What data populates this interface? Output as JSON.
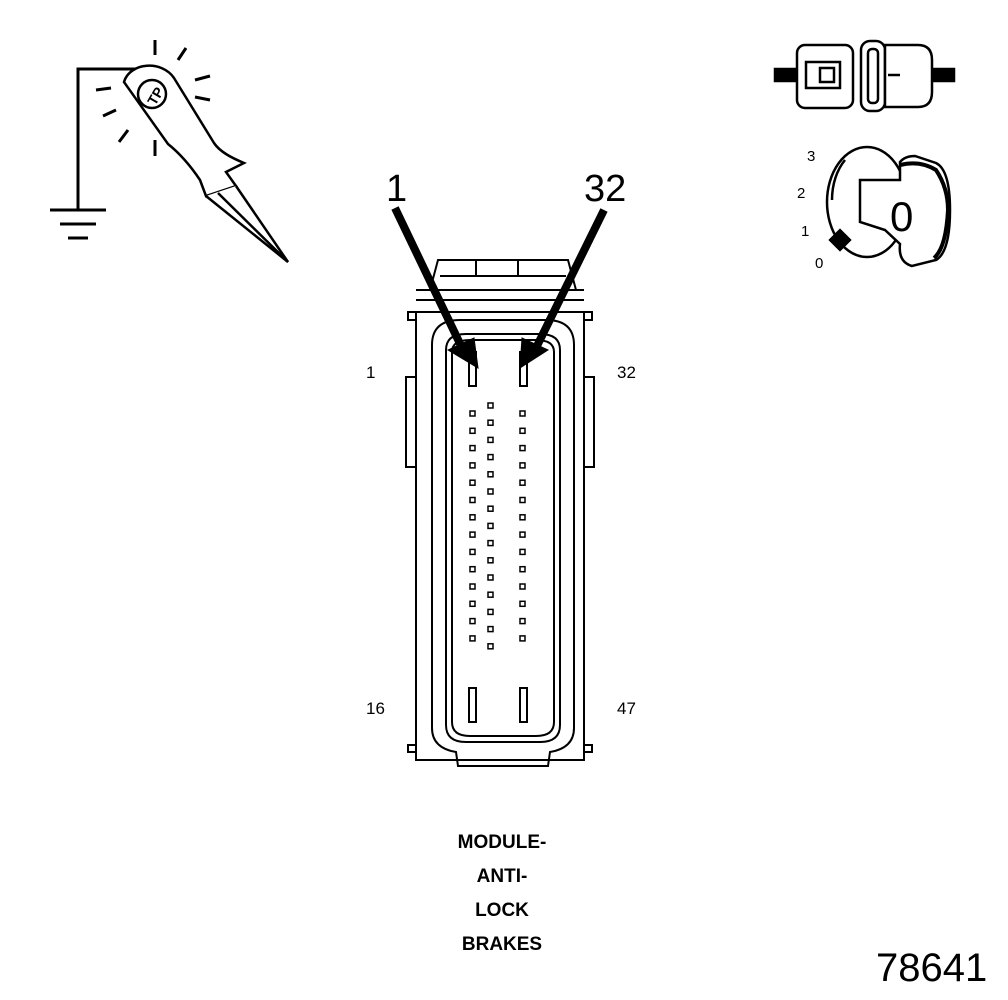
{
  "callouts": {
    "first_pin": "1",
    "last_pin": "32"
  },
  "pin_labels": {
    "top_left": "1",
    "top_right": "32",
    "bottom_left": "16",
    "bottom_right": "47"
  },
  "ignition": {
    "positions": [
      "3",
      "2",
      "1",
      "0"
    ],
    "key_label": "0"
  },
  "test_lamp_label": "TP",
  "caption_lines": [
    "MODULE-",
    "ANTI-",
    "LOCK",
    "BRAKES"
  ],
  "figure_number": "78641",
  "icons": [
    "test-lamp-icon",
    "ground-symbol-icon",
    "disconnected-connector-icon",
    "ignition-key-icon"
  ]
}
